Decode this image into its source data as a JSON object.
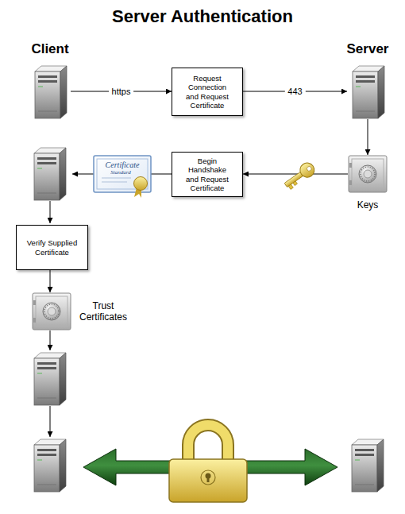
{
  "diagram": {
    "title": "Server Authentication",
    "nodes": [
      {
        "text": [
          "Client"
        ]
      },
      {
        "text": [
          "Request Connection and Request Certificate"
        ]
      },
      {
        "text": [
          "Server"
        ]
      },
      {
        "text": [
          "Keys"
        ]
      },
      {
        "text": [
          "Begin Handshake and Request Certificate"
        ]
      },
      {
        "text": [
          "Verify Supplied Certificate"
        ]
      },
      {
        "text": [
          "Trust Certificates"
        ]
      }
    ],
    "edges": [
      {
        "from": 0,
        "to": 1,
        "label": "https",
        "arrow": "to"
      },
      {
        "from": 1,
        "to": 2,
        "label": "443",
        "arrow": "to"
      },
      {
        "from": 2,
        "to": 3,
        "arrow": "to"
      },
      {
        "from": 3,
        "to": 4,
        "arrow": "to"
      },
      {
        "from": 5,
        "to": 6,
        "arrow": "to"
      }
    ],
    "labels": [
      "Certificate",
      "Standard"
    ]
  }
}
